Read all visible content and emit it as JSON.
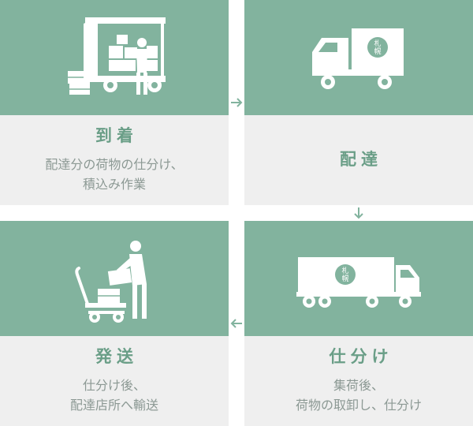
{
  "colors": {
    "accent": "#82b39e",
    "panel": "#efefef",
    "title": "#6a9e87",
    "text": "#8c9994"
  },
  "steps": [
    {
      "title": "到着",
      "desc": [
        "配達分の荷物の仕分け、",
        "積込み作業"
      ],
      "icon": "loading-truck-icon"
    },
    {
      "title": "配達",
      "desc": [],
      "icon": "delivery-truck-icon"
    },
    {
      "title": "仕分け",
      "desc": [
        "集荷後、",
        "荷物の取卸し、仕分け"
      ],
      "icon": "large-truck-icon"
    },
    {
      "title": "発送",
      "desc": [
        "仕分け後、",
        "配達店所へ輸送"
      ],
      "icon": "hand-cart-icon"
    }
  ],
  "truck_logo": "札幌"
}
